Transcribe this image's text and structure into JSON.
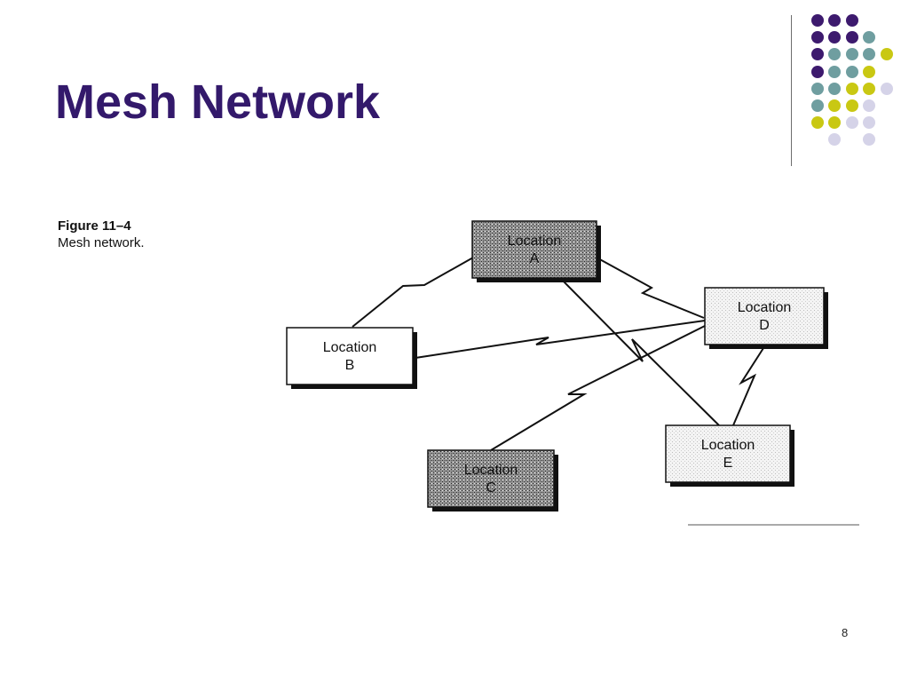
{
  "slide": {
    "title": "Mesh Network",
    "page_number": "8"
  },
  "figure": {
    "number": "Figure 11–4",
    "caption": "Mesh network."
  },
  "diagram": {
    "nodes": [
      {
        "id": "A",
        "label_line1": "Location",
        "label_line2": "A",
        "fill": "shaded-dark"
      },
      {
        "id": "B",
        "label_line1": "Location",
        "label_line2": "B",
        "fill": "white"
      },
      {
        "id": "C",
        "label_line1": "Location",
        "label_line2": "C",
        "fill": "shaded-dark"
      },
      {
        "id": "D",
        "label_line1": "Location",
        "label_line2": "D",
        "fill": "shaded-light"
      },
      {
        "id": "E",
        "label_line1": "Location",
        "label_line2": "E",
        "fill": "shaded-light"
      }
    ],
    "links": [
      {
        "from": "A",
        "to": "B"
      },
      {
        "from": "A",
        "to": "D"
      },
      {
        "from": "A",
        "to": "E"
      },
      {
        "from": "B",
        "to": "D"
      },
      {
        "from": "C",
        "to": "D"
      },
      {
        "from": "D",
        "to": "E"
      }
    ]
  },
  "theme": {
    "title_color": "#33196b",
    "dot_purple": "#3d1a6e",
    "dot_teal": "#6f9ea0",
    "dot_yellow": "#c9c813",
    "dot_lavender": "#d5d3e8"
  }
}
